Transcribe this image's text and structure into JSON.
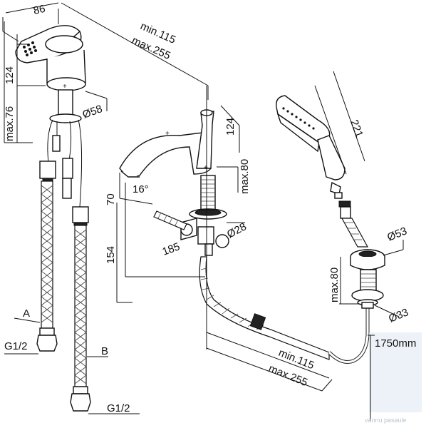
{
  "labels": {
    "handle_width": "86",
    "handle_height": "124",
    "handle_max": "max.76",
    "handle_base_diameter": "Ø58",
    "spout_min": "min.115",
    "spout_max": "max.255",
    "spout_height": "124",
    "deck_max": "max.80",
    "angle": "16°",
    "spout_clearance": "70",
    "spout_total_height": "154",
    "spout_reach": "185",
    "spout_base_diameter": "Ø28",
    "shower_length": "221",
    "holder_top_diameter": "Ø53",
    "holder_max": "max.80",
    "holder_base_diameter": "Ø33",
    "hose_length": "1750mm",
    "hose_min": "min.115",
    "hose_max": "max.255",
    "connector_a": "A",
    "connector_b": "B",
    "thread_a": "G1/2",
    "thread_b": "G1/2"
  },
  "watermark": "vannu pasaule"
}
